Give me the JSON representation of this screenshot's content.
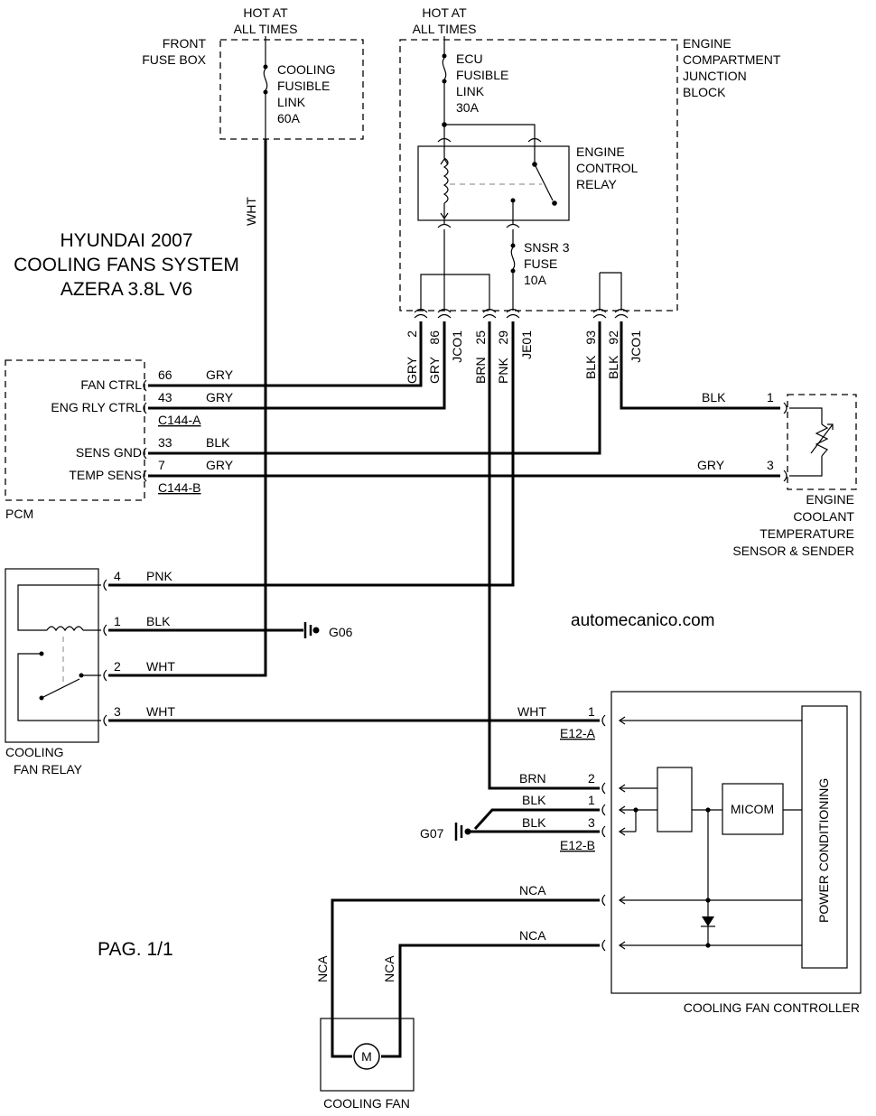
{
  "title": {
    "line1": "HYUNDAI 2007",
    "line2": "COOLING FANS SYSTEM",
    "line3": "AZERA 3.8L V6"
  },
  "page_label": "PAG. 1/1",
  "website": "automecanico.com",
  "front_fuse_box": {
    "hot_line1": "HOT AT",
    "hot_line2": "ALL TIMES",
    "label_line1": "FRONT",
    "label_line2": "FUSE BOX",
    "fuse_line1": "COOLING",
    "fuse_line2": "FUSIBLE",
    "fuse_line3": "LINK",
    "fuse_line4": "60A",
    "wire_color": "WHT"
  },
  "junction_block": {
    "hot_line1": "HOT AT",
    "hot_line2": "ALL TIMES",
    "label_line1": "ENGINE",
    "label_line2": "COMPARTMENT",
    "label_line3": "JUNCTION",
    "label_line4": "BLOCK",
    "ecu_line1": "ECU",
    "ecu_line2": "FUSIBLE",
    "ecu_line3": "LINK",
    "ecu_line4": "30A",
    "relay_line1": "ENGINE",
    "relay_line2": "CONTROL",
    "relay_line3": "RELAY",
    "snsr_line1": "SNSR 3",
    "snsr_line2": "FUSE",
    "snsr_line3": "10A",
    "pins": [
      {
        "pin": "2",
        "color": "GRY"
      },
      {
        "pin": "86",
        "color": "GRY"
      },
      {
        "pin": "JCO1",
        "color": ""
      },
      {
        "pin": "25",
        "color": "BRN"
      },
      {
        "pin": "29",
        "color": "PNK"
      },
      {
        "pin": "JE01",
        "color": ""
      },
      {
        "pin": "93",
        "color": "BLK"
      },
      {
        "pin": "92",
        "color": "BLK"
      },
      {
        "pin": "JCO1",
        "color": ""
      }
    ]
  },
  "pcm": {
    "label": "PCM",
    "pins": [
      {
        "name": "FAN CTRL",
        "pin": "66",
        "color": "GRY"
      },
      {
        "name": "ENG RLY CTRL",
        "pin": "43",
        "color": "GRY"
      },
      {
        "name": "SENS GND",
        "pin": "33",
        "color": "BLK"
      },
      {
        "name": "TEMP SENS",
        "pin": "7",
        "color": "GRY"
      }
    ],
    "connector_a": "C144-A",
    "connector_b": "C144-B"
  },
  "ect_sensor": {
    "pin1": "1",
    "pin1_color": "BLK",
    "pin3": "3",
    "pin3_color": "GRY",
    "label_line1": "ENGINE",
    "label_line2": "COOLANT",
    "label_line3": "TEMPERATURE",
    "label_line4": "SENSOR & SENDER"
  },
  "fan_relay": {
    "label_line1": "COOLING",
    "label_line2": "FAN RELAY",
    "pins": [
      {
        "pin": "4",
        "color": "PNK"
      },
      {
        "pin": "1",
        "color": "BLK"
      },
      {
        "pin": "2",
        "color": "WHT"
      },
      {
        "pin": "3",
        "color": "WHT"
      }
    ],
    "ground": "G06"
  },
  "controller": {
    "label": "COOLING FAN CONTROLLER",
    "power_conditioning": "POWER CONDITIONING",
    "micom": "MICOM",
    "pin1": "1",
    "pin1_color": "WHT",
    "connector_a": "E12-A",
    "pin2": "2",
    "pin2_color": "BRN",
    "pin1b": "1",
    "pin1b_color": "BLK",
    "pin3b": "3",
    "pin3b_color": "BLK",
    "connector_b": "E12-B",
    "ground": "G07",
    "nca_top": "NCA",
    "nca_bottom": "NCA"
  },
  "cooling_fan": {
    "label": "COOLING FAN",
    "motor_symbol": "M",
    "wire_left": "NCA",
    "wire_right": "NCA"
  }
}
